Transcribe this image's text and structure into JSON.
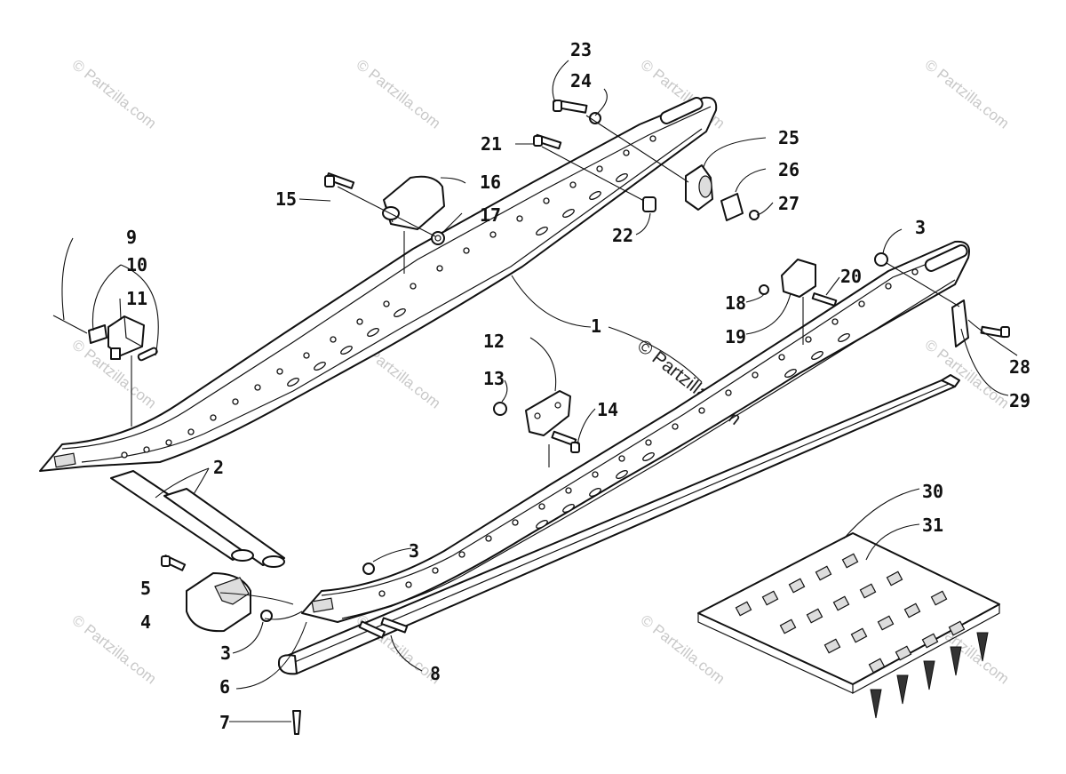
{
  "watermark": {
    "text": "© Partzilla.com",
    "center_text": "© Partzilla.com"
  },
  "parts": {
    "p1": "1",
    "p2": "2",
    "p3": "3",
    "p4": "4",
    "p5": "5",
    "p6": "6",
    "p7": "7",
    "p8": "8",
    "p9": "9",
    "p10": "10",
    "p11": "11",
    "p12": "12",
    "p13": "13",
    "p14": "14",
    "p15": "15",
    "p16": "16",
    "p17": "17",
    "p18": "18",
    "p19": "19",
    "p20": "20",
    "p21": "21",
    "p22": "22",
    "p23": "23",
    "p24": "24",
    "p25": "25",
    "p26": "26",
    "p27": "27",
    "p28": "28",
    "p29": "29",
    "p30": "30",
    "p31": "31"
  }
}
